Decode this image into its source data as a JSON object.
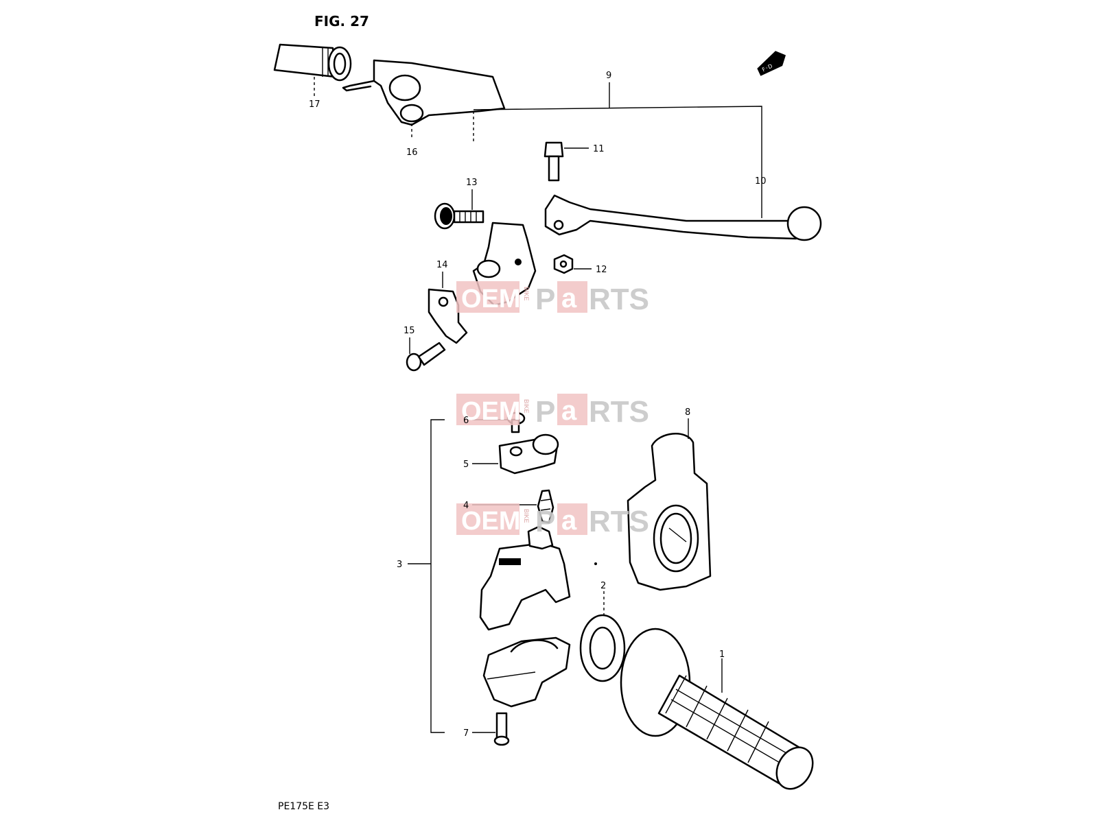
{
  "figure": {
    "title": "FIG. 27",
    "model_code": "PE175E E3"
  },
  "labels": {
    "l1": "1",
    "l2": "2",
    "l3": "3",
    "l4": "4",
    "l5": "5",
    "l6": "6",
    "l7": "7",
    "l8": "8",
    "l9": "9",
    "l10": "10",
    "l11": "11",
    "l12": "12",
    "l13": "13",
    "l14": "14",
    "l15": "15",
    "l16": "16",
    "l17": "17"
  },
  "watermark": {
    "oem": "OEM",
    "bike": "BIKE",
    "p": "P",
    "a": "a",
    "rts": "RTS"
  },
  "fwd_icon": "forward-arrow-icon"
}
